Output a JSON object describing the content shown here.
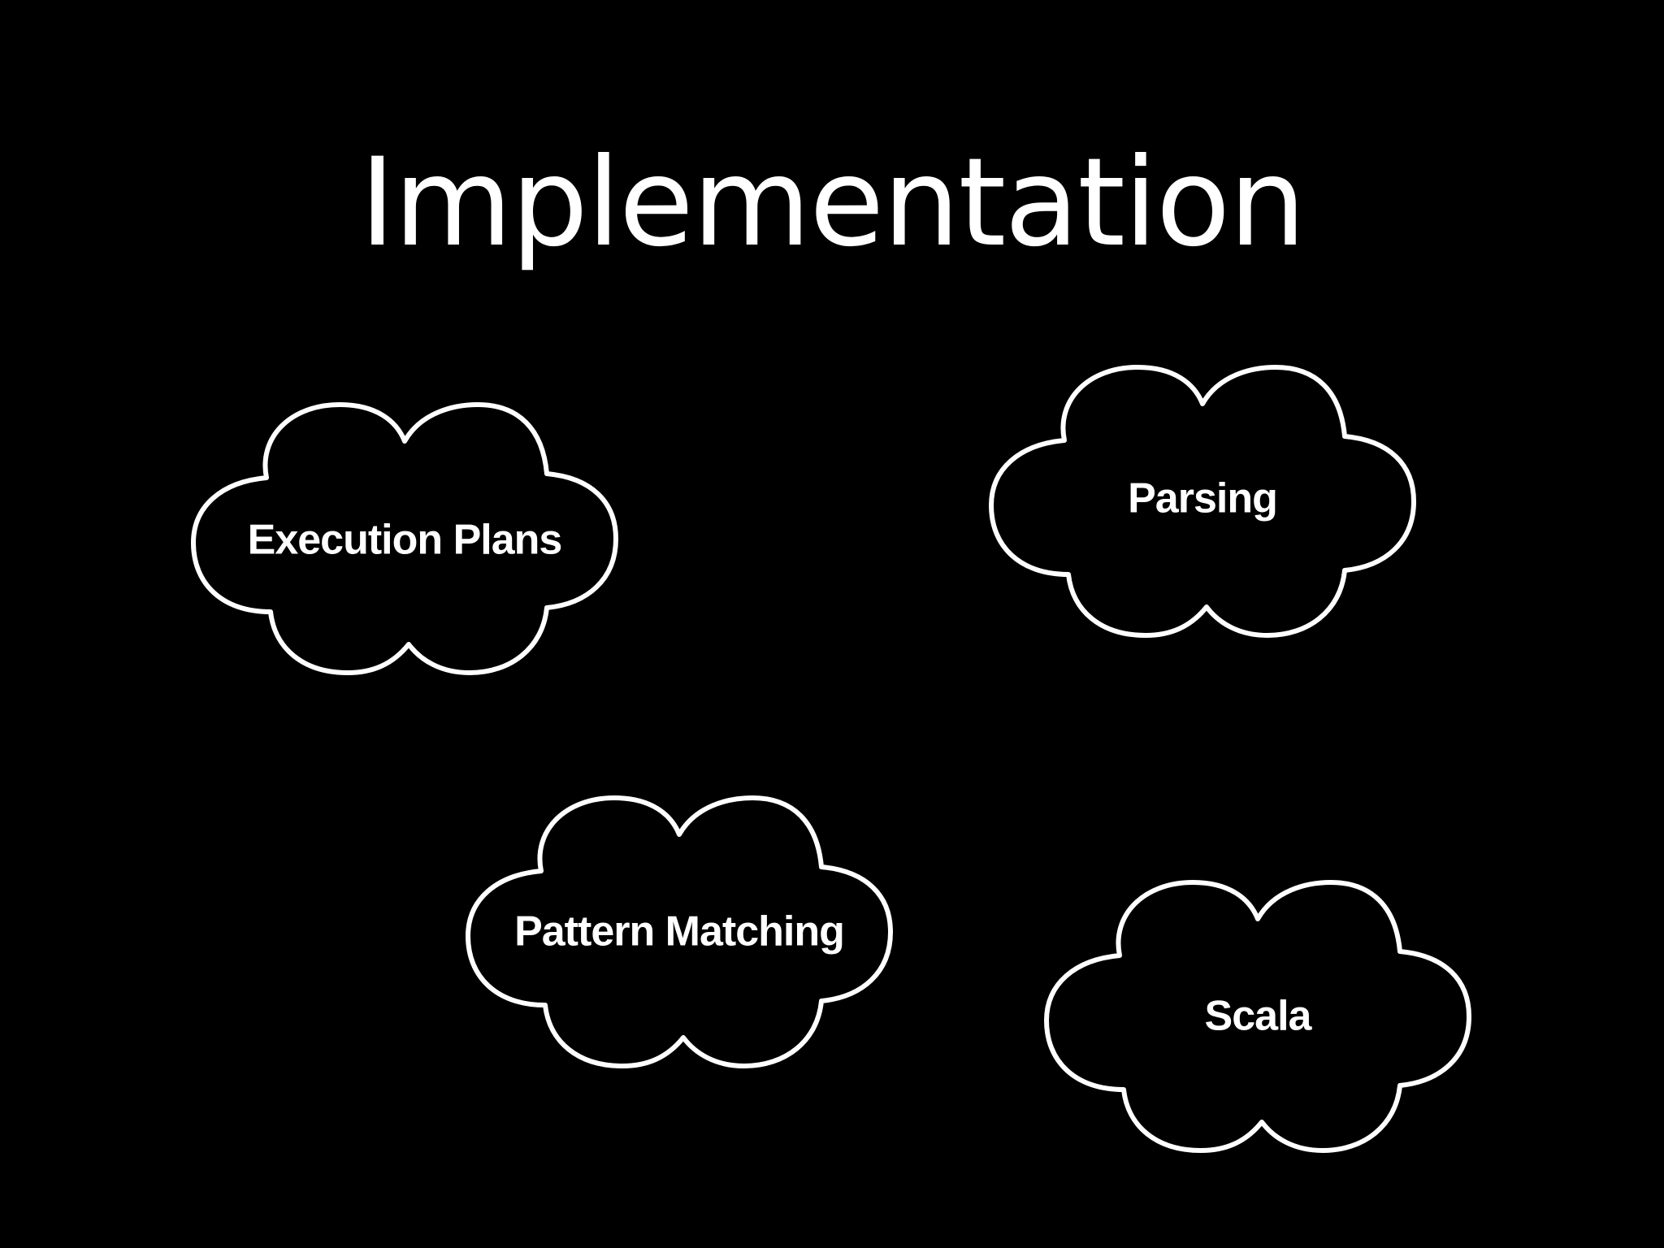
{
  "slide": {
    "title": "Implementation",
    "background_color": "#000000",
    "text_color": "#ffffff"
  },
  "clouds": [
    {
      "label": "Execution Plans"
    },
    {
      "label": "Parsing"
    },
    {
      "label": "Pattern Matching"
    },
    {
      "label": "Scala"
    }
  ]
}
